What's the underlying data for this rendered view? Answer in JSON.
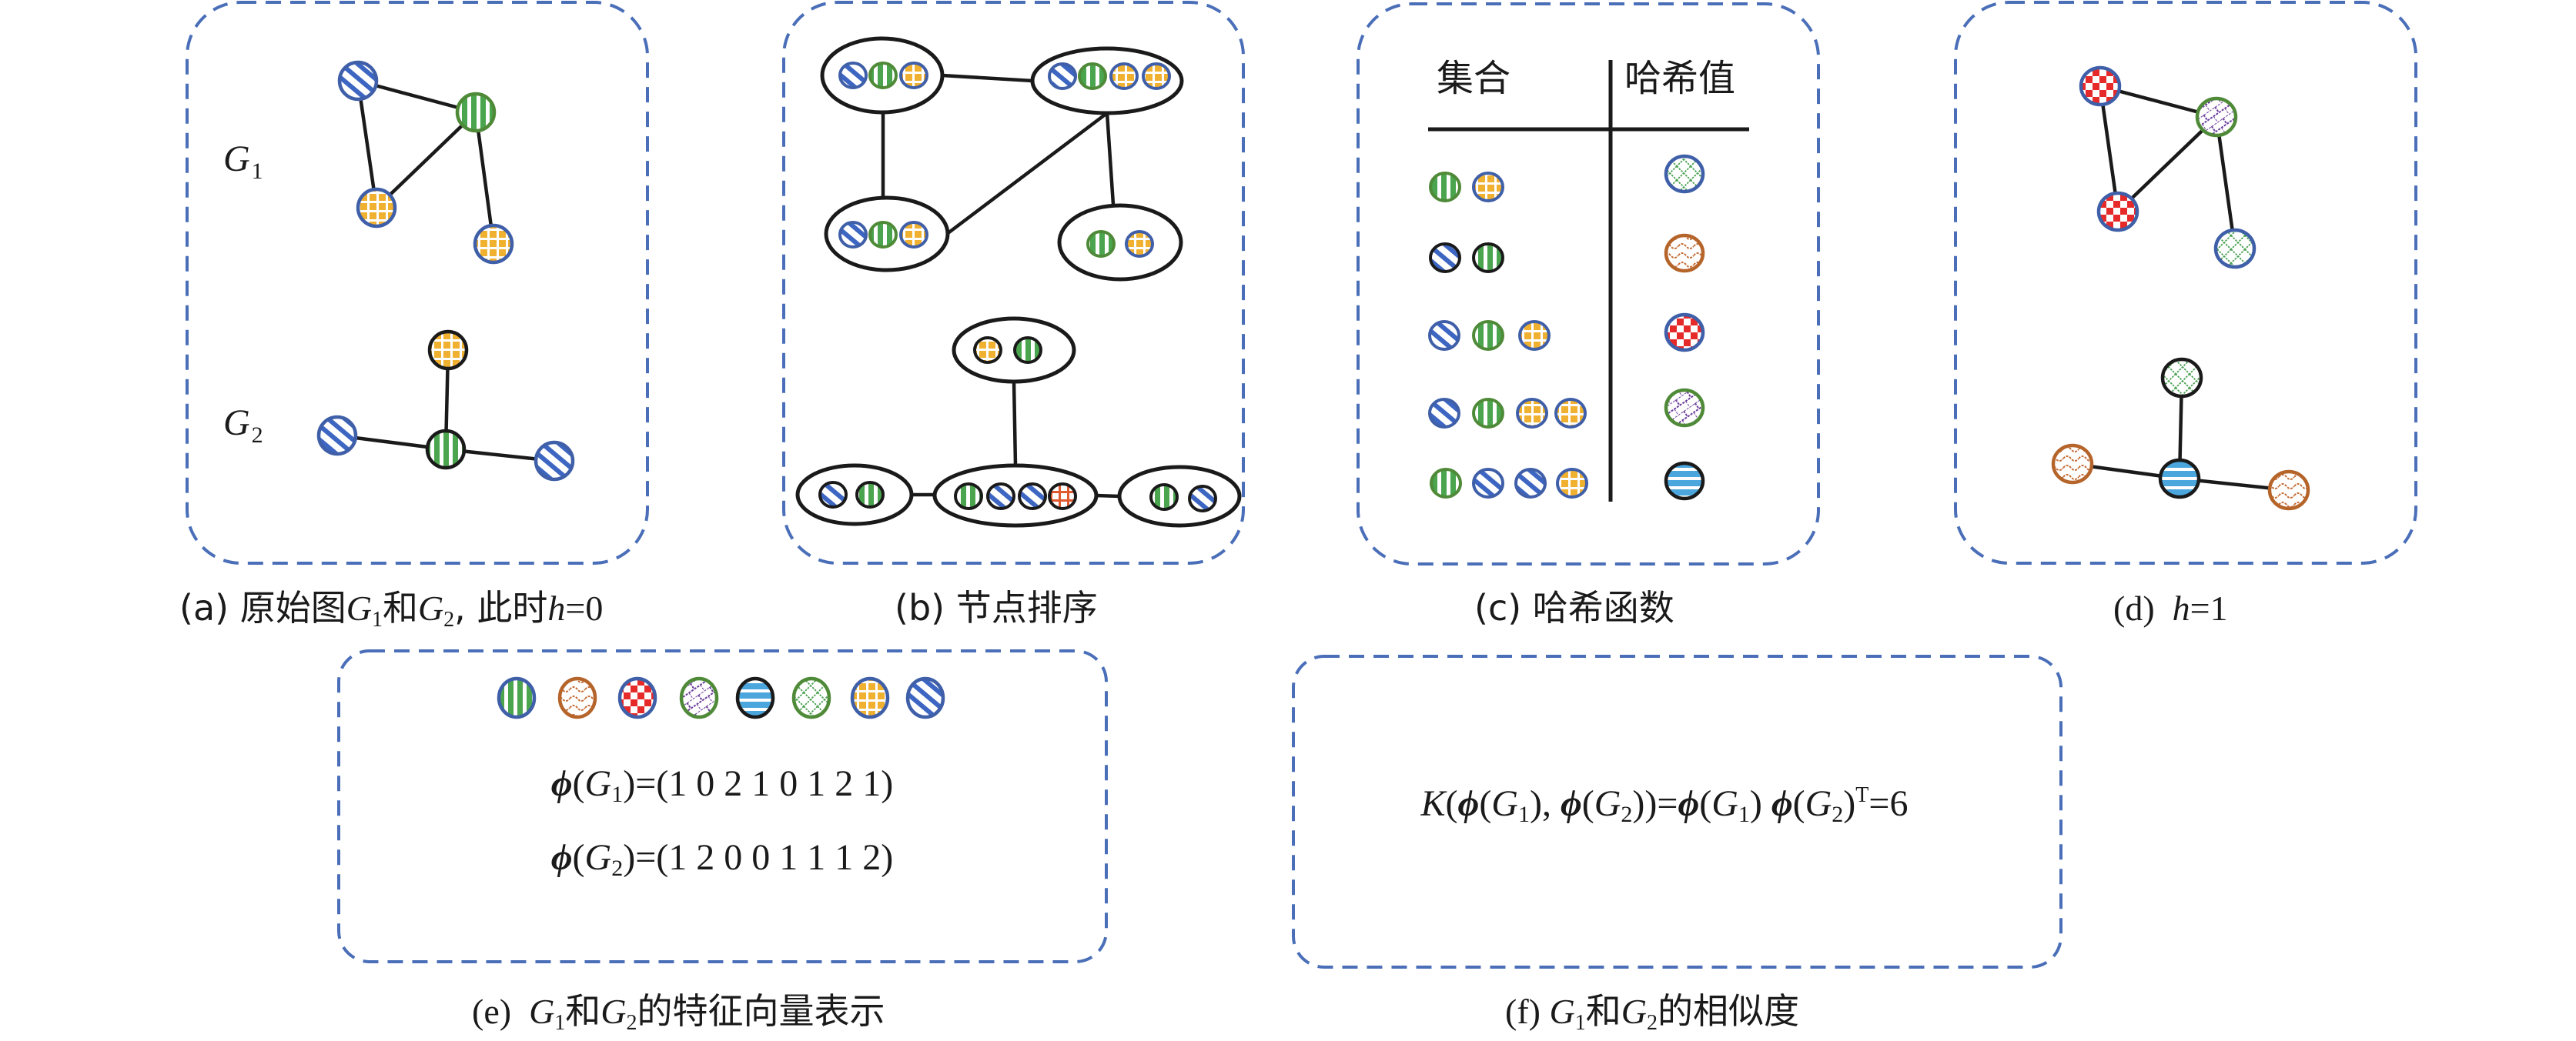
{
  "colors": {
    "panel_border": "#4a6fb8",
    "edge": "#1a1a1a",
    "node_border_blue": "#3f5fa8",
    "node_border_black": "#1a1a1a",
    "node_border_green": "#4f8a38",
    "node_border_brown": "#b5642a",
    "label_blue": "#3d66c2",
    "label_green": "#4aa54e",
    "label_yellow": "#f0b030",
    "label_red": "#e62a2a",
    "label_orange_grid": "#e05a30",
    "label_light_blue": "#4ba6dd",
    "label_purple": "#6a3c9a",
    "label_lattice_green": "#48a050",
    "label_wave_brown": "#c36a32"
  },
  "pattern_names": {
    "diag": "blue-diagonal-stripes",
    "vstripe": "green-vertical-stripes",
    "grid": "yellow-grid",
    "ogrid": "orange-grid",
    "check": "red-checkerboard",
    "wave": "brown-waves",
    "purple": "purple-brick",
    "hstripe": "light-blue-horizontal-stripes",
    "lattice": "green-lattice"
  },
  "panel_a": {
    "g1_label": "G",
    "g1_sub": "1",
    "g2_label": "G",
    "g2_sub": "2",
    "caption": {
      "prefix": "(a)  原始图",
      "g": "G",
      "s1": "1",
      "mid": "和",
      "s2": "2",
      "suffix": ", 此时",
      "h": "h",
      "eq": "=0"
    }
  },
  "panel_b": {
    "caption": "(b)  节点排序"
  },
  "panel_c": {
    "header_set": "集合",
    "header_hash": "哈希值",
    "rows": [
      {
        "set": [
          "vstripe",
          "grid"
        ],
        "hash": "lattice"
      },
      {
        "set": [
          "diag",
          "vstripe"
        ],
        "hash": "wave"
      },
      {
        "set": [
          "diag",
          "vstripe",
          "grid"
        ],
        "hash": "check"
      },
      {
        "set": [
          "diag",
          "vstripe",
          "grid",
          "grid"
        ],
        "hash": "purple"
      },
      {
        "set": [
          "vstripe",
          "diag",
          "diag",
          "grid"
        ],
        "hash": "hstripe"
      }
    ],
    "caption": "(c)  哈希函数"
  },
  "panel_d": {
    "caption": {
      "prefix": "(d)  ",
      "h": "h",
      "eq": "=1"
    }
  },
  "panel_e": {
    "feature_order": [
      "vstripe",
      "wave",
      "check",
      "purple",
      "hstripe",
      "lattice",
      "grid",
      "diag"
    ],
    "phi": "ϕ",
    "G": "G",
    "phi_g1": {
      "sub": "1",
      "vector": [
        1,
        0,
        2,
        1,
        0,
        1,
        2,
        1
      ],
      "text": "=(1 0 2 1 0 1 2 1)"
    },
    "phi_g2": {
      "sub": "2",
      "vector": [
        1,
        2,
        0,
        0,
        1,
        1,
        1,
        2
      ],
      "text": "=(1 2 0 0 1 1 1 2)"
    },
    "caption": {
      "prefix": "(e)  ",
      "g": "G",
      "s1": "1",
      "mid": "和",
      "s2": "2",
      "suffix": "的特征向量表示"
    }
  },
  "panel_f": {
    "formula": {
      "K": "K",
      "open": "(",
      "phi": "ϕ",
      "G": "G",
      "s1": "1",
      "s2": "2",
      "T": "T",
      "result": "=6"
    },
    "similarity_value": 6,
    "caption": {
      "prefix": "(f) ",
      "g": "G",
      "s1": "1",
      "mid": "和",
      "s2": "2",
      "suffix": "的相似度"
    }
  }
}
